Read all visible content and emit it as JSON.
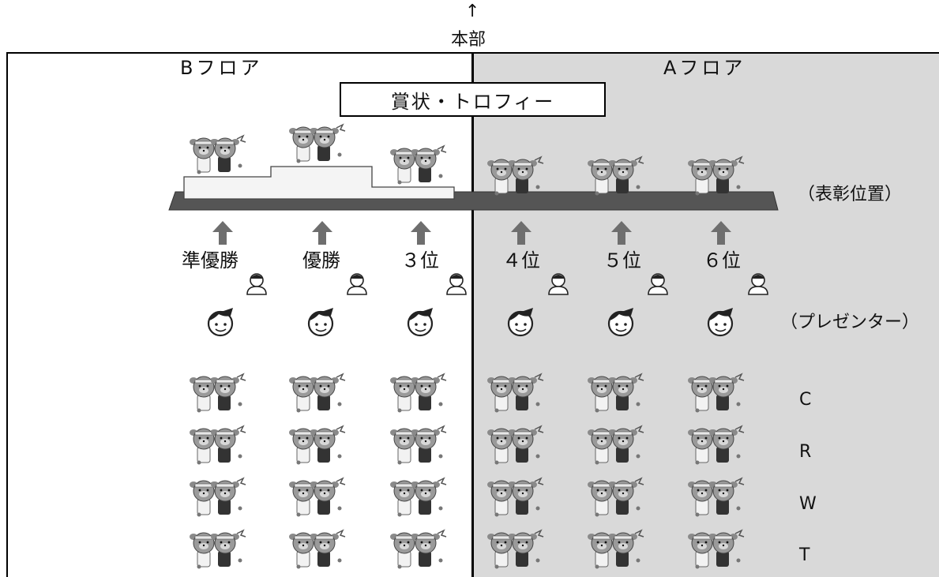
{
  "header": {
    "arrow": "↑",
    "hq": "本部"
  },
  "floors": {
    "b": "Bフロア",
    "a": "Aフロア"
  },
  "award_table": "賞状・トロフィー",
  "platform_label": "（表彰位置）",
  "presenter_label": "（プレゼンター）",
  "ranks": [
    "準優勝",
    "優勝",
    "３位",
    "４位",
    "５位",
    "６位"
  ],
  "rows": [
    "C",
    "R",
    "W",
    "T"
  ],
  "colors": {
    "floor_a": "#d9d9d9",
    "stage": "#555555",
    "arrow": "#6e6e6e",
    "podium": "#f4f4f4"
  }
}
